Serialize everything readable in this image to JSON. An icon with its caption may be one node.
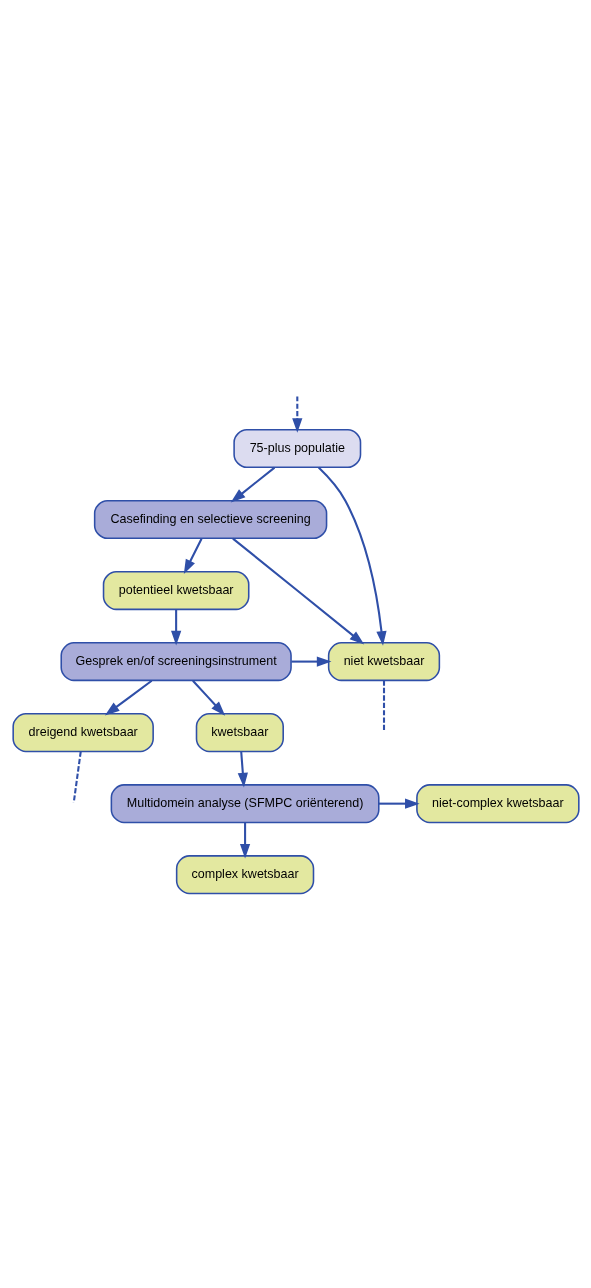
{
  "diagram": {
    "nodes": [
      {
        "text": [
          "75-plus populatie"
        ]
      },
      {
        "text": [
          "Casefinding en selectieve screening"
        ]
      },
      {
        "text": [
          "potentieel kwetsbaar"
        ]
      },
      {
        "text": [
          "Gesprek en/of screeningsinstrument"
        ]
      },
      {
        "text": [
          "niet kwetsbaar"
        ]
      },
      {
        "text": [
          "dreigend kwetsbaar"
        ]
      },
      {
        "text": [
          "kwetsbaar"
        ]
      },
      {
        "text": [
          "Multidomein analyse (SFMPC oriënterend)"
        ]
      },
      {
        "text": [
          "niet-complex kwetsbaar"
        ]
      },
      {
        "text": [
          "complex kwetsbaar"
        ]
      }
    ],
    "edges": [
      {
        "from": 0,
        "to": 1,
        "arrow": "to"
      },
      {
        "from": 1,
        "to": 2,
        "arrow": "to"
      },
      {
        "from": 2,
        "to": 3,
        "arrow": "to"
      },
      {
        "from": 0,
        "to": 4,
        "arrow": "to"
      },
      {
        "from": 1,
        "to": 4,
        "arrow": "to"
      },
      {
        "from": null,
        "to": 0,
        "arrow": "to",
        "style": "dashed"
      },
      {
        "from": 4,
        "to": null,
        "arrow": "none",
        "style": "dashed"
      },
      {
        "from": 5,
        "to": null,
        "arrow": "none",
        "style": "dashed"
      },
      {
        "from": 3,
        "to": 4,
        "arrow": "to"
      },
      {
        "from": 3,
        "to": 5,
        "arrow": "to"
      },
      {
        "from": 3,
        "to": 6,
        "arrow": "to"
      },
      {
        "from": 6,
        "to": 7,
        "arrow": "to"
      },
      {
        "from": 7,
        "to": 8,
        "arrow": "to"
      },
      {
        "from": 7,
        "to": 9,
        "arrow": "to"
      }
    ]
  }
}
